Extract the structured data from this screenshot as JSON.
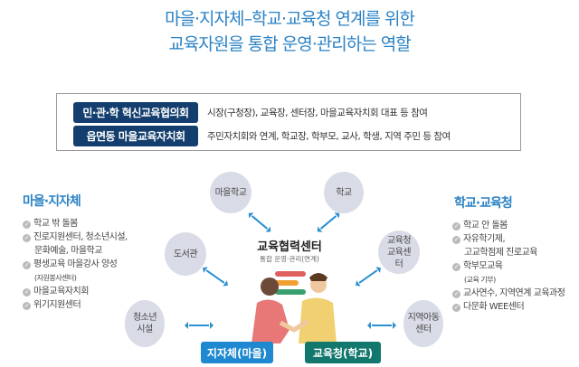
{
  "title": {
    "line1": "마을·지자체–학교·교육청 연계를 위한",
    "line2": "교육자원을 통합 운영·관리하는 역할"
  },
  "councils": [
    {
      "name": "민·관·학 혁신교육협의회",
      "desc": "시장(구청장), 교육장, 센터장, 마을교육자치회 대표 등 참여"
    },
    {
      "name": "읍면동 마을교육자치회",
      "desc": "주민자치회와 연계, 학교장, 학부모, 교사, 학생, 지역 주민 등 참여"
    }
  ],
  "left": {
    "title": "마을·지자체",
    "items": [
      "학교 밖 돌봄",
      "진로지원센터, 청소년시설,",
      "문화예술, 마을학교",
      "평생교육 마을강사 양성",
      "(자원봉사센터)",
      "마을교육자치회",
      "위기지원센터"
    ]
  },
  "right": {
    "title": "학교·교육청",
    "items": [
      "학교 안 돌봄",
      "자유학기제,",
      "고교학점제 진로교육",
      "학부모교육",
      "(교육 기부)",
      "교사연수, 지역연계 교육과정",
      "다문화 WEE센터"
    ]
  },
  "circles": {
    "village_school": "마을학교",
    "school": "학교",
    "library": "도서관",
    "edu_center": "교육청 교육센터",
    "youth": "청소년 시설",
    "child_center": "지역아동 센터"
  },
  "center": {
    "title": "교육협력센터",
    "subtitle": "통합 운영·관리(연계)"
  },
  "buttons": {
    "local_gov": "지자체(마을)",
    "edu_office": "교육청(학교)"
  },
  "colors": {
    "accent": "#2b82c4",
    "navy": "#133e6e",
    "blue_btn": "#1e88d0",
    "teal_btn": "#12786e"
  }
}
